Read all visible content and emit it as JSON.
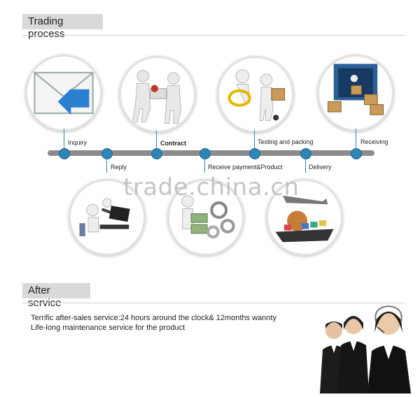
{
  "sections": {
    "trading_title": "Trading process",
    "after_title": "After service"
  },
  "timeline": {
    "inquiry": "Inquiry",
    "reply": "Reply",
    "contract": "Contract",
    "receive_payment": "Receive payment&Product",
    "testing_packing": "Testing and packing",
    "delivery": "Delivery",
    "receiving": "Receiving"
  },
  "watermark": "trade.china.cn",
  "service": {
    "line1": "Terrific after-sales service:24 hours around the clock& 12months wannty",
    "line2": "Life-long maintenance service for the product"
  },
  "colors": {
    "accent": "#2d86b6",
    "timeline_bar": "#8c8c8c",
    "header_bg": "#d9d9d9"
  },
  "icons": [
    "envelope-icon",
    "handshake-icon",
    "magnifier-icon",
    "container-icon",
    "computer-operators-icon",
    "gears-money-icon",
    "cargo-ship-icon",
    "support-team-icon"
  ]
}
